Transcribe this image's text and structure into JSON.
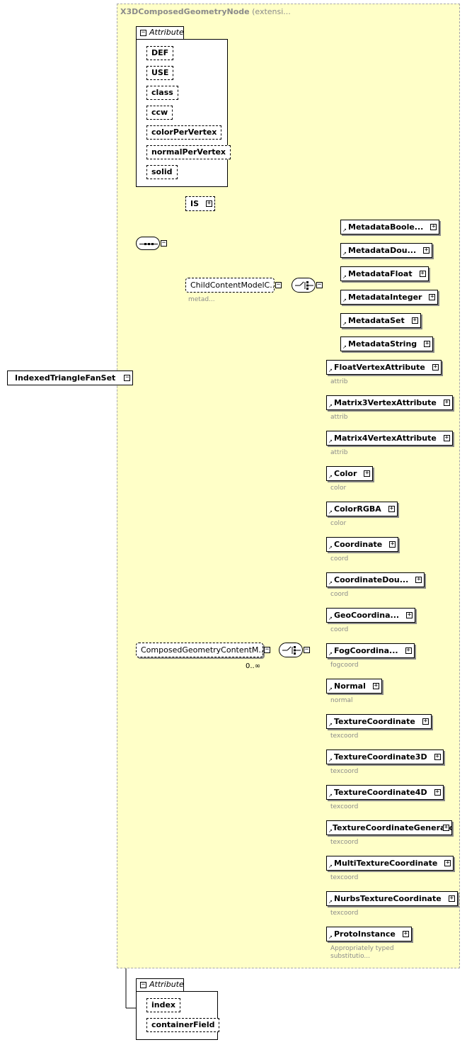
{
  "root": {
    "label": "IndexedTriangleFanSet"
  },
  "extension": {
    "name": "X3DComposedGeometryNode",
    "suffix": "(extensi..."
  },
  "attribute_group_1": {
    "tab": "Attribute",
    "attributes": [
      "DEF",
      "USE",
      "class",
      "ccw",
      "colorPerVertex",
      "normalPerVertex",
      "solid"
    ]
  },
  "choice_1": {
    "is": {
      "label": "IS"
    },
    "child_content": {
      "label": "ChildContentModelC...",
      "caption": "metad..."
    },
    "metadata": [
      "MetadataBoole...",
      "MetadataDou...",
      "MetadataFloat",
      "MetadataInteger",
      "MetadataSet",
      "MetadataString"
    ]
  },
  "composed_content": {
    "label": "ComposedGeometryContentM...",
    "cardinality": "0..∞",
    "items": [
      {
        "label": "FloatVertexAttribute",
        "caption": "attrib"
      },
      {
        "label": "Matrix3VertexAttribute",
        "caption": "attrib"
      },
      {
        "label": "Matrix4VertexAttribute",
        "caption": "attrib"
      },
      {
        "label": "Color",
        "caption": "color"
      },
      {
        "label": "ColorRGBA",
        "caption": "color"
      },
      {
        "label": "Coordinate",
        "caption": "coord"
      },
      {
        "label": "CoordinateDou...",
        "caption": "coord"
      },
      {
        "label": "GeoCoordina...",
        "caption": "coord"
      },
      {
        "label": "FogCoordina...",
        "caption": "fogcoord"
      },
      {
        "label": "Normal",
        "caption": "normal"
      },
      {
        "label": "TextureCoordinate",
        "caption": "texcoord"
      },
      {
        "label": "TextureCoordinate3D",
        "caption": "texcoord"
      },
      {
        "label": "TextureCoordinate4D",
        "caption": "texcoord"
      },
      {
        "label": "TextureCoordinateGenerator",
        "caption": "texcoord"
      },
      {
        "label": "MultiTextureCoordinate",
        "caption": "texcoord"
      },
      {
        "label": "NurbsTextureCoordinate",
        "caption": "texcoord"
      },
      {
        "label": "ProtoInstance",
        "caption": "Appropriately typed substitutio..."
      }
    ]
  },
  "attribute_group_2": {
    "tab": "Attribute",
    "attributes": [
      "index",
      "containerField"
    ]
  },
  "colors": {
    "extension_bg": "#ffffc8",
    "extension_border": "#a8a8a8",
    "line": "#000000",
    "caption": "#8a8a8a"
  }
}
